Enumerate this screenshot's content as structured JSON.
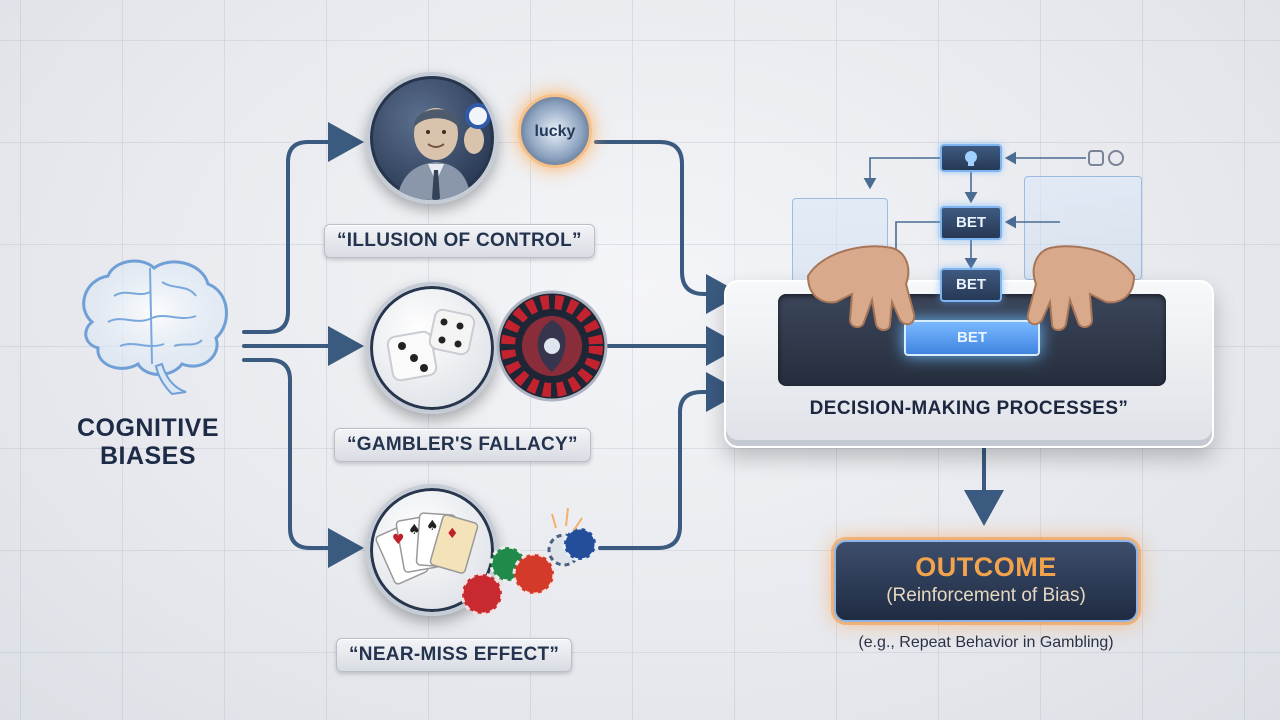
{
  "left": {
    "title_line1": "COGNITIVE",
    "title_line2": "BIASES"
  },
  "biases": [
    {
      "label": "“ILLUSION OF CONTROL”",
      "chip_text": "lucky"
    },
    {
      "label": "“GAMBLER'S FALLACY”"
    },
    {
      "label": "“NEAR-MISS EFFECT”"
    }
  ],
  "decision": {
    "label": "DECISION-MAKING PROCESSES”",
    "bet_labels": [
      "BET",
      "BET",
      "BET"
    ]
  },
  "outcome": {
    "title": "OUTCOME",
    "subtitle": "(Reinforcement of Bias)",
    "example": "(e.g., Repeat Behavior in Gambling)"
  },
  "colors": {
    "arrow": "#3a5a80",
    "accent_orange": "#f3a34c",
    "accent_blue": "#7eb4ef"
  }
}
